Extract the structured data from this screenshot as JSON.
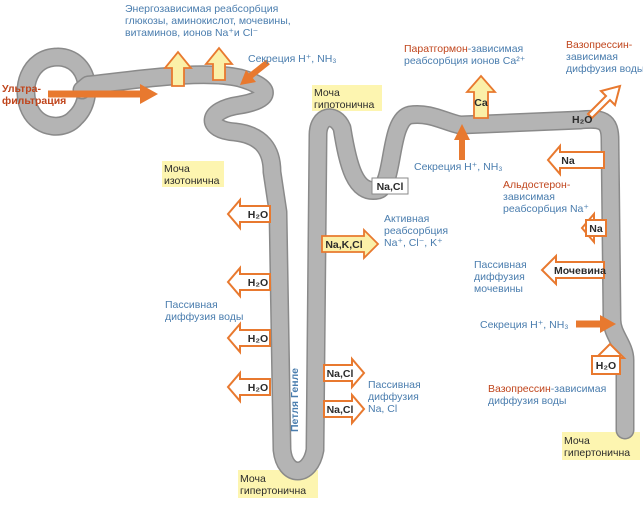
{
  "labels": {
    "ultra": [
      "Ультра-",
      "фильтрация"
    ],
    "energo": [
      "Энергозависимая реабсорбция",
      "глюкозы, аминокислот, мочевины,",
      "витаминов, ионов Na⁺и Cl⁻"
    ],
    "secr1": "Секреция H⁺, NH₃",
    "iso": [
      "Моча",
      "изотонична"
    ],
    "hypo": [
      "Моча",
      "гипотонична"
    ],
    "passive_water": [
      "Пассивная",
      "диффузия воды"
    ],
    "loop": "Петля Генле",
    "hyper_bottom": [
      "Моча",
      "гипертонична"
    ],
    "passive_nacl": [
      "Пассивная",
      "диффузия",
      "Na, Cl"
    ],
    "active_reab": [
      "Активная",
      "реабсорбция",
      "Na⁺, Cl⁻, K⁺"
    ],
    "parath_red": "Паратгормон",
    "parath_rest": "-зависимая",
    "parath_line2": "реабсорбция ионов Ca²⁺",
    "secr2": "Секреция H⁺, NH₃",
    "vaso_top_red": "Вазопрессин-",
    "vaso_top_rest": [
      "зависимая",
      "диффузия воды"
    ],
    "aldo_red": "Альдостерон-",
    "aldo_rest": [
      "зависимая",
      "реабсорбция Na⁺"
    ],
    "passive_urea": [
      "Пассивная",
      "диффузия",
      "мочевины"
    ],
    "secr3": "Секреция H⁺, NH₃",
    "vaso_bot_red": "Вазопрессин",
    "vaso_bot_rest": "-зависимая",
    "vaso_bot_line2": "диффузия воды",
    "hyper_right": [
      "Моча",
      "гипертонична"
    ]
  },
  "arrows": {
    "h2o": "H₂O",
    "nacl": "Na,Cl",
    "nakcl": "Na,K,Cl",
    "ca": "Ca",
    "na": "Na",
    "urea": "Мочевина"
  },
  "colors": {
    "tubule": "#b4b4b4",
    "tubule_edge": "#8a8a8a",
    "orange": "#e8792f",
    "yellow_fill": "#fbf0a8",
    "yellow_label": "#fdf5b0",
    "blue_text": "#4a7dae",
    "red_text": "#c0451c"
  }
}
